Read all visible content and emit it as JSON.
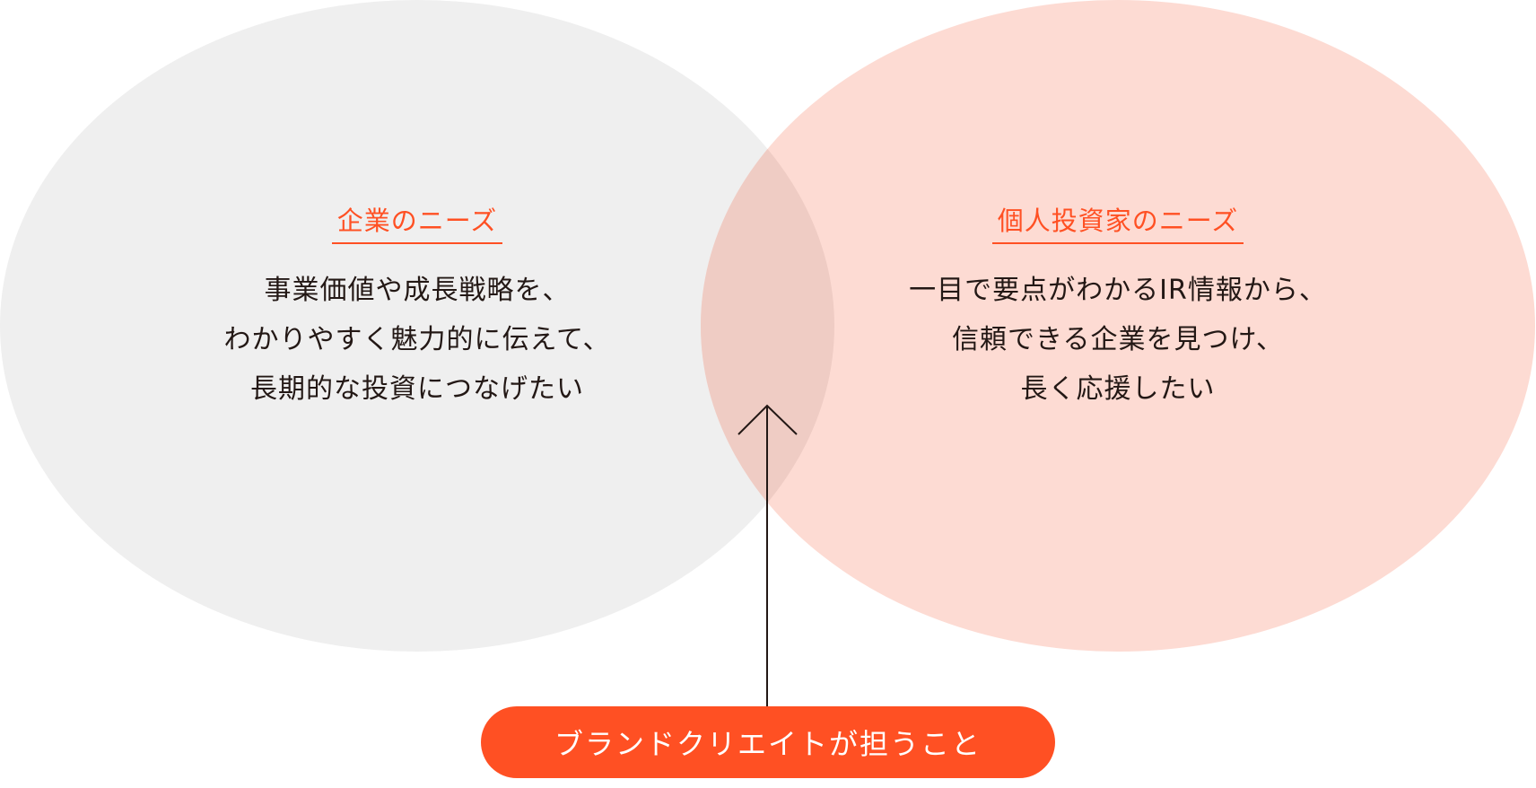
{
  "colors": {
    "accent": "#ff5023",
    "company_circle": "#efefef",
    "investor_circle": "#fddbd3",
    "overlap": "#efccc4",
    "text": "#231815"
  },
  "company_needs": {
    "heading": "企業のニーズ",
    "lines": [
      "事業価値や成長戦略を、",
      "わかりやすく魅力的に伝えて、",
      "長期的な投資につなげたい"
    ]
  },
  "investor_needs": {
    "heading": "個人投資家のニーズ",
    "lines": [
      "一目で要点がわかるIR情報から、",
      "信頼できる企業を見つけ、",
      "長く応援したい"
    ]
  },
  "arrow": {
    "icon": "arrow-up-icon"
  },
  "role_label": "ブランドクリエイトが担うこと"
}
